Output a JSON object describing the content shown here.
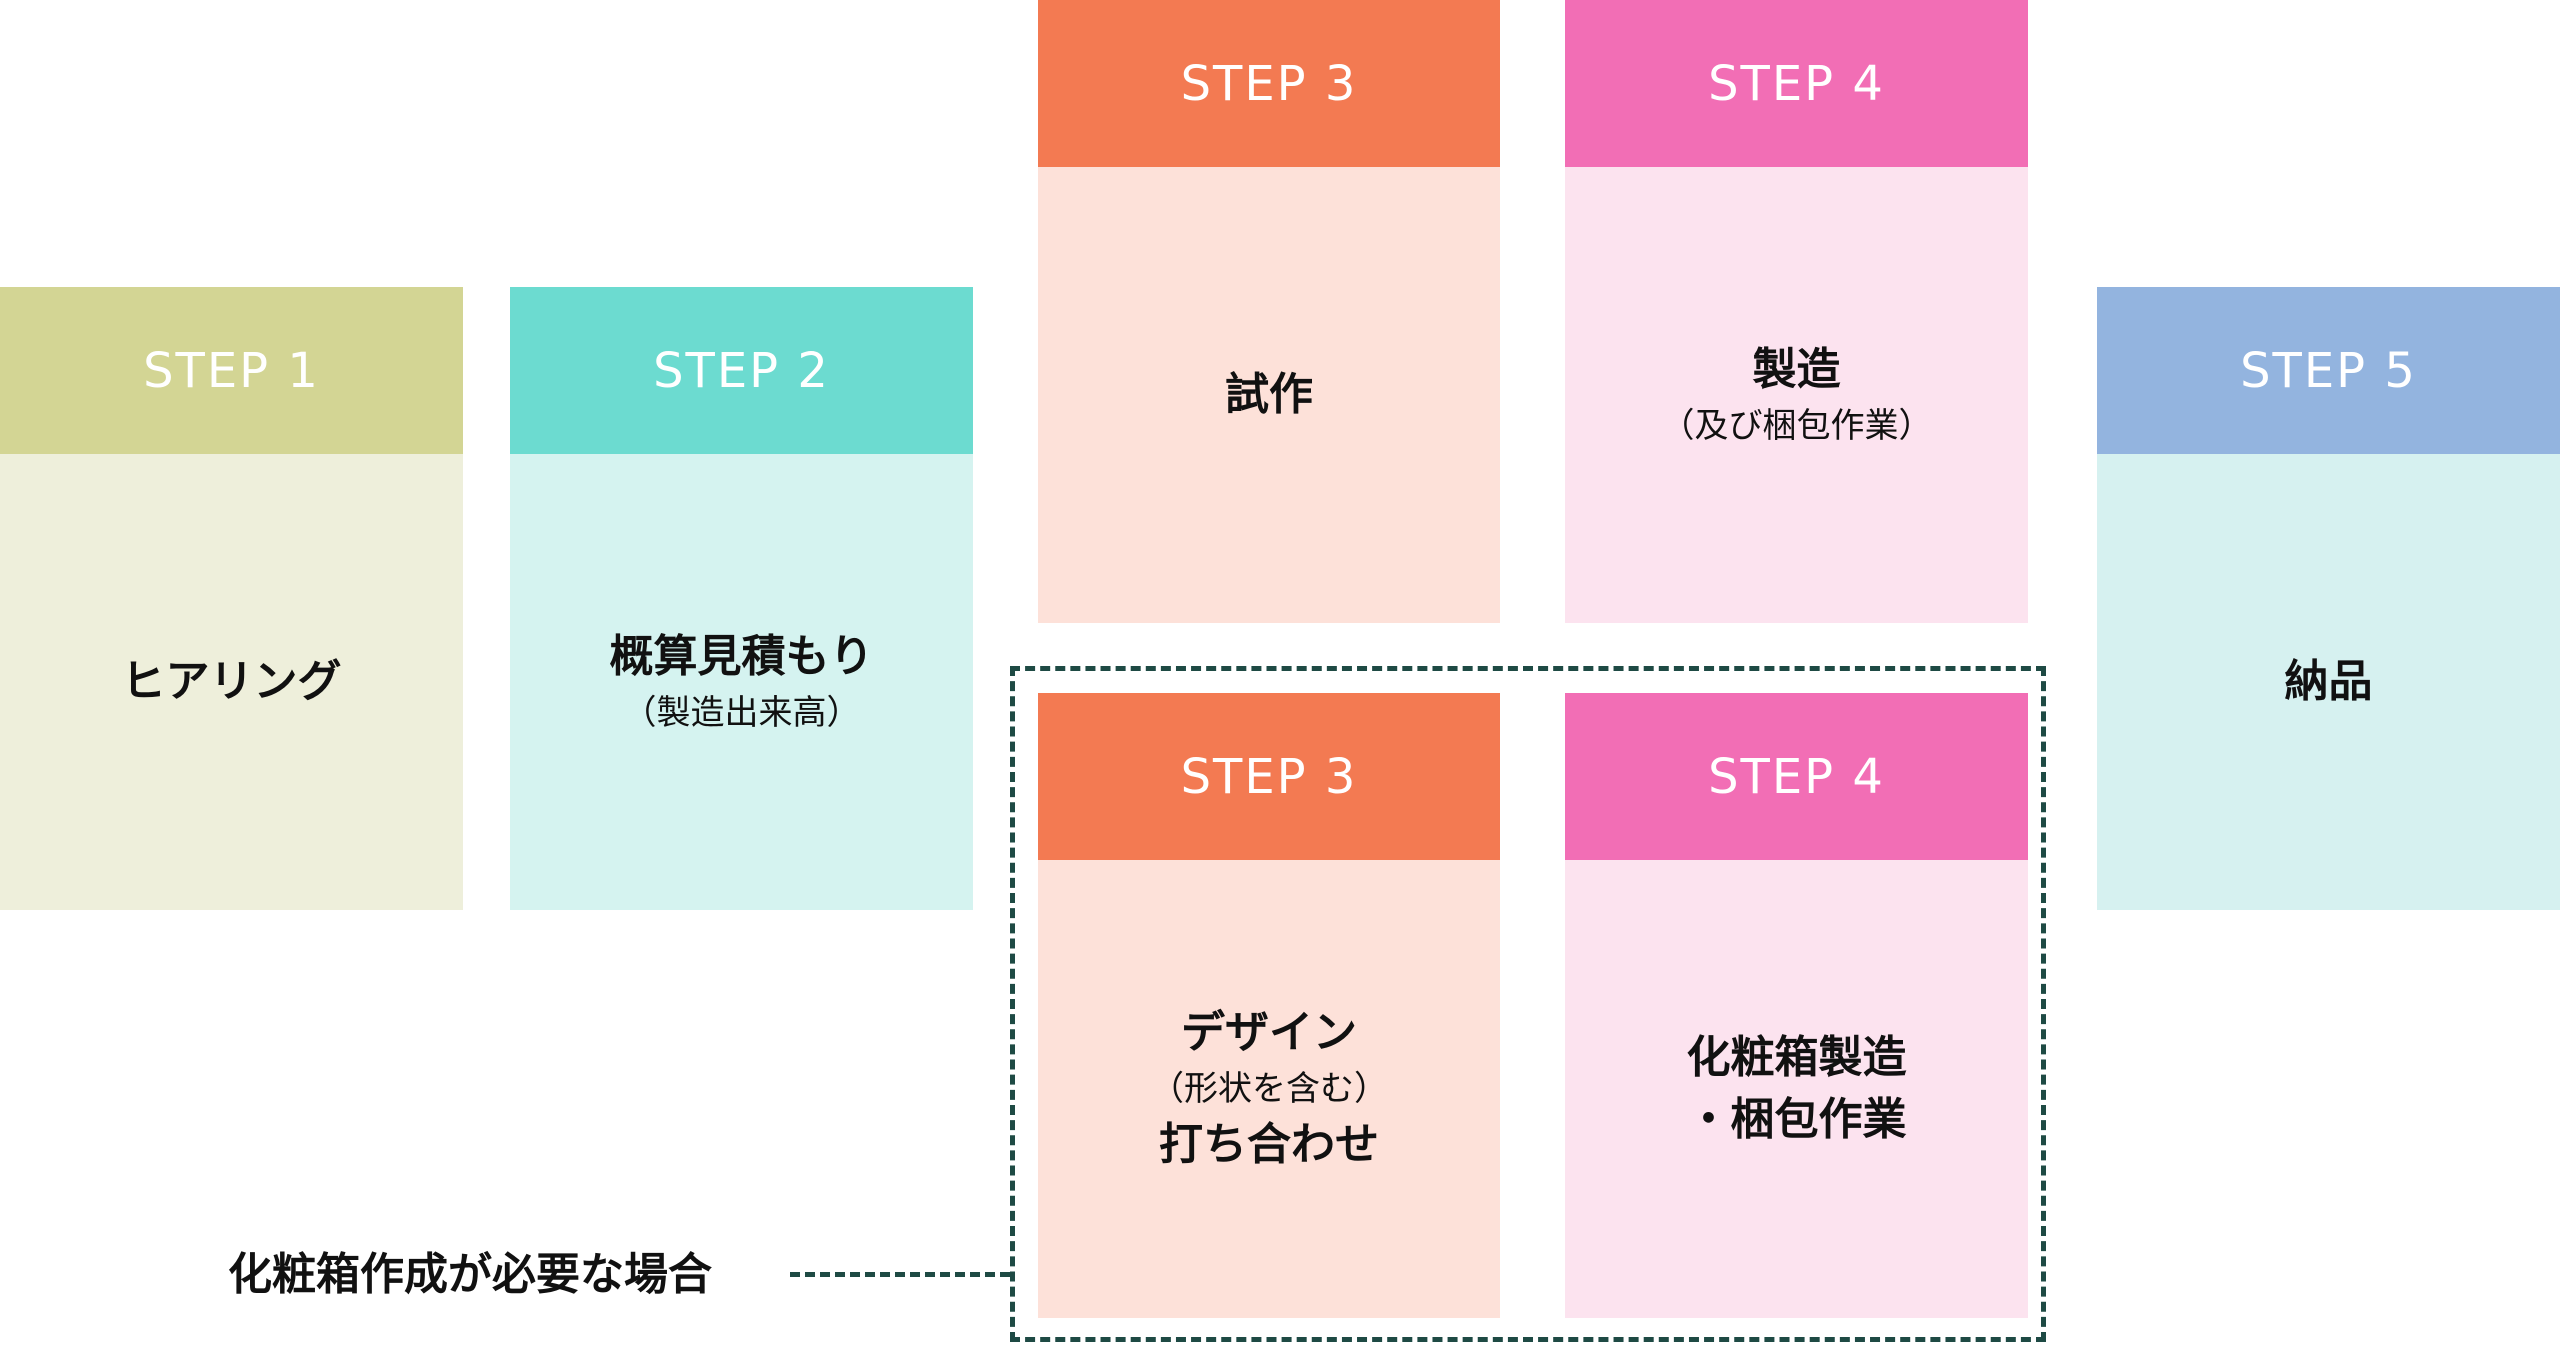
{
  "steps": {
    "step1": {
      "label": "STEP 1",
      "title": "ヒアリング"
    },
    "step2": {
      "label": "STEP 2",
      "title": "概算見積もり",
      "note": "（製造出来高）"
    },
    "step3_top": {
      "label": "STEP 3",
      "title": "試作"
    },
    "step4_top": {
      "label": "STEP 4",
      "title": "製造",
      "note": "（及び梱包作業）"
    },
    "step5": {
      "label": "STEP 5",
      "title": "納品"
    },
    "step3_bottom": {
      "label": "STEP 3",
      "title": "デザイン",
      "note": "（形状を含む）",
      "title2": "打ち合わせ"
    },
    "step4_bottom": {
      "label": "STEP 4",
      "title": "化粧箱製造",
      "title2": "・梱包作業"
    }
  },
  "branch": {
    "label": "化粧箱作成が必要な場合"
  },
  "colors": {
    "step1_header": "#d3d594",
    "step1_body": "#eeefdb",
    "step2_header": "#6cdbd0",
    "step2_body": "#d5f3f0",
    "step3_header": "#f37a52",
    "step3_body": "#fde1d9",
    "step4_header": "#f26eb5",
    "step4_body": "#fce3ef",
    "step5_header": "#93b4df",
    "step5_body": "#d6f1f0",
    "dashed_border": "#1e4a44"
  }
}
